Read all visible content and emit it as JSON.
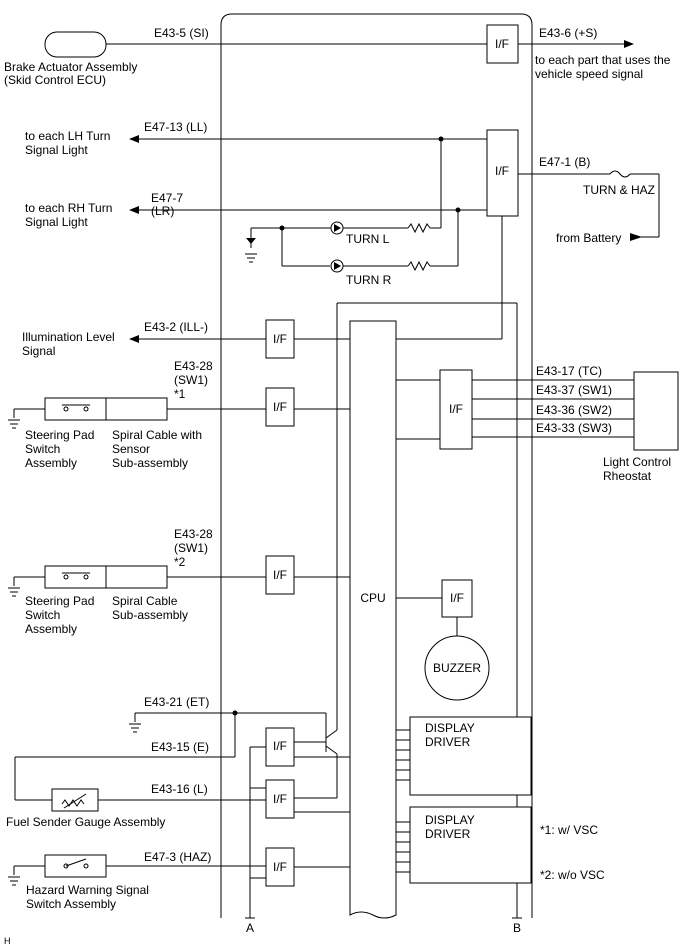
{
  "components": {
    "brake_actuator": [
      "Brake Actuator Assembly",
      "(Skid Control ECU)"
    ],
    "steering_pad_1": [
      "Steering Pad",
      "Switch",
      "Assembly"
    ],
    "spiral_cable_1": [
      "Spiral Cable with",
      "Sensor",
      "Sub-assembly"
    ],
    "steering_pad_2": [
      "Steering Pad",
      "Switch",
      "Assembly"
    ],
    "spiral_cable_2": [
      "Spiral Cable",
      "Sub-assembly"
    ],
    "fuel_sender": "Fuel Sender Gauge Assembly",
    "hazard_switch": [
      "Hazard Warning Signal",
      "Switch Assembly"
    ],
    "light_control": [
      "Light Control",
      "Rheostat"
    ],
    "cpu": "CPU",
    "buzzer": "BUZZER",
    "display_driver": [
      "DISPLAY",
      "DRIVER"
    ],
    "if_label": "I/F"
  },
  "terminals": {
    "si": "E43-5 (SI)",
    "plus_s": "E43-6 (+S)",
    "ll": "E47-13 (LL)",
    "b": "E47-1 (B)",
    "lr": [
      "E47-7",
      "(LR)"
    ],
    "ill": "E43-2 (ILL-)",
    "sw1_a": [
      "E43-28",
      "(SW1)",
      "*1"
    ],
    "sw1_b": [
      "E43-28",
      "(SW1)",
      "*2"
    ],
    "tc": "E43-17 (TC)",
    "sw1_r": "E43-37 (SW1)",
    "sw2": "E43-36 (SW2)",
    "sw3": "E43-33 (SW3)",
    "et": "E43-21 (ET)",
    "e": "E43-15 (E)",
    "l": "E43-16 (L)",
    "haz": "E47-3 (HAZ)"
  },
  "destinations": {
    "speed": [
      "to each part that uses the",
      "vehicle speed signal"
    ],
    "lh_turn": [
      "to each LH Turn",
      "Signal Light"
    ],
    "rh_turn": [
      "to each RH Turn",
      "Signal Light"
    ],
    "illum": [
      "Illumination Level",
      "Signal"
    ],
    "battery": "from Battery",
    "fuse": "TURN & HAZ"
  },
  "indicators": {
    "turn_l": "TURN L",
    "turn_r": "TURN R"
  },
  "notes": {
    "n1": "*1: w/ VSC",
    "n2": "*2: w/o VSC",
    "a": "A",
    "b": "B",
    "corner": "H"
  }
}
